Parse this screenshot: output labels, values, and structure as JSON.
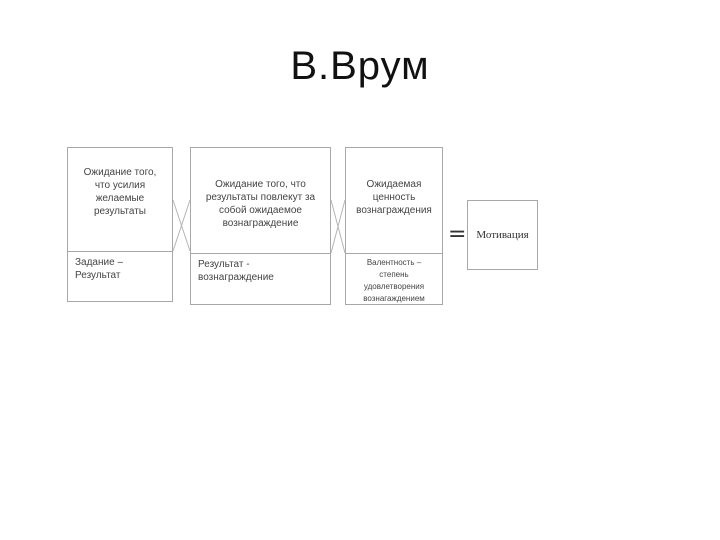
{
  "title": "В.Врум",
  "boxes": [
    {
      "top": "Ожидание того,\nчто усилия\nжелаемые\nрезультаты",
      "bottom": "Задание –\nРезультат"
    },
    {
      "top": "Ожидание того, что\nрезультаты повлекут за\nсобой ожидаемое\nвознаграждение",
      "bottom": "Результат -\nвознаграждение"
    },
    {
      "top": "Ожидаемая\nценность\nвознаграждения",
      "bottom": "Валентность –\nстепень\nудовлетворения\nвознагаждением"
    }
  ],
  "equals_sign": "=",
  "result": "Мотивация"
}
